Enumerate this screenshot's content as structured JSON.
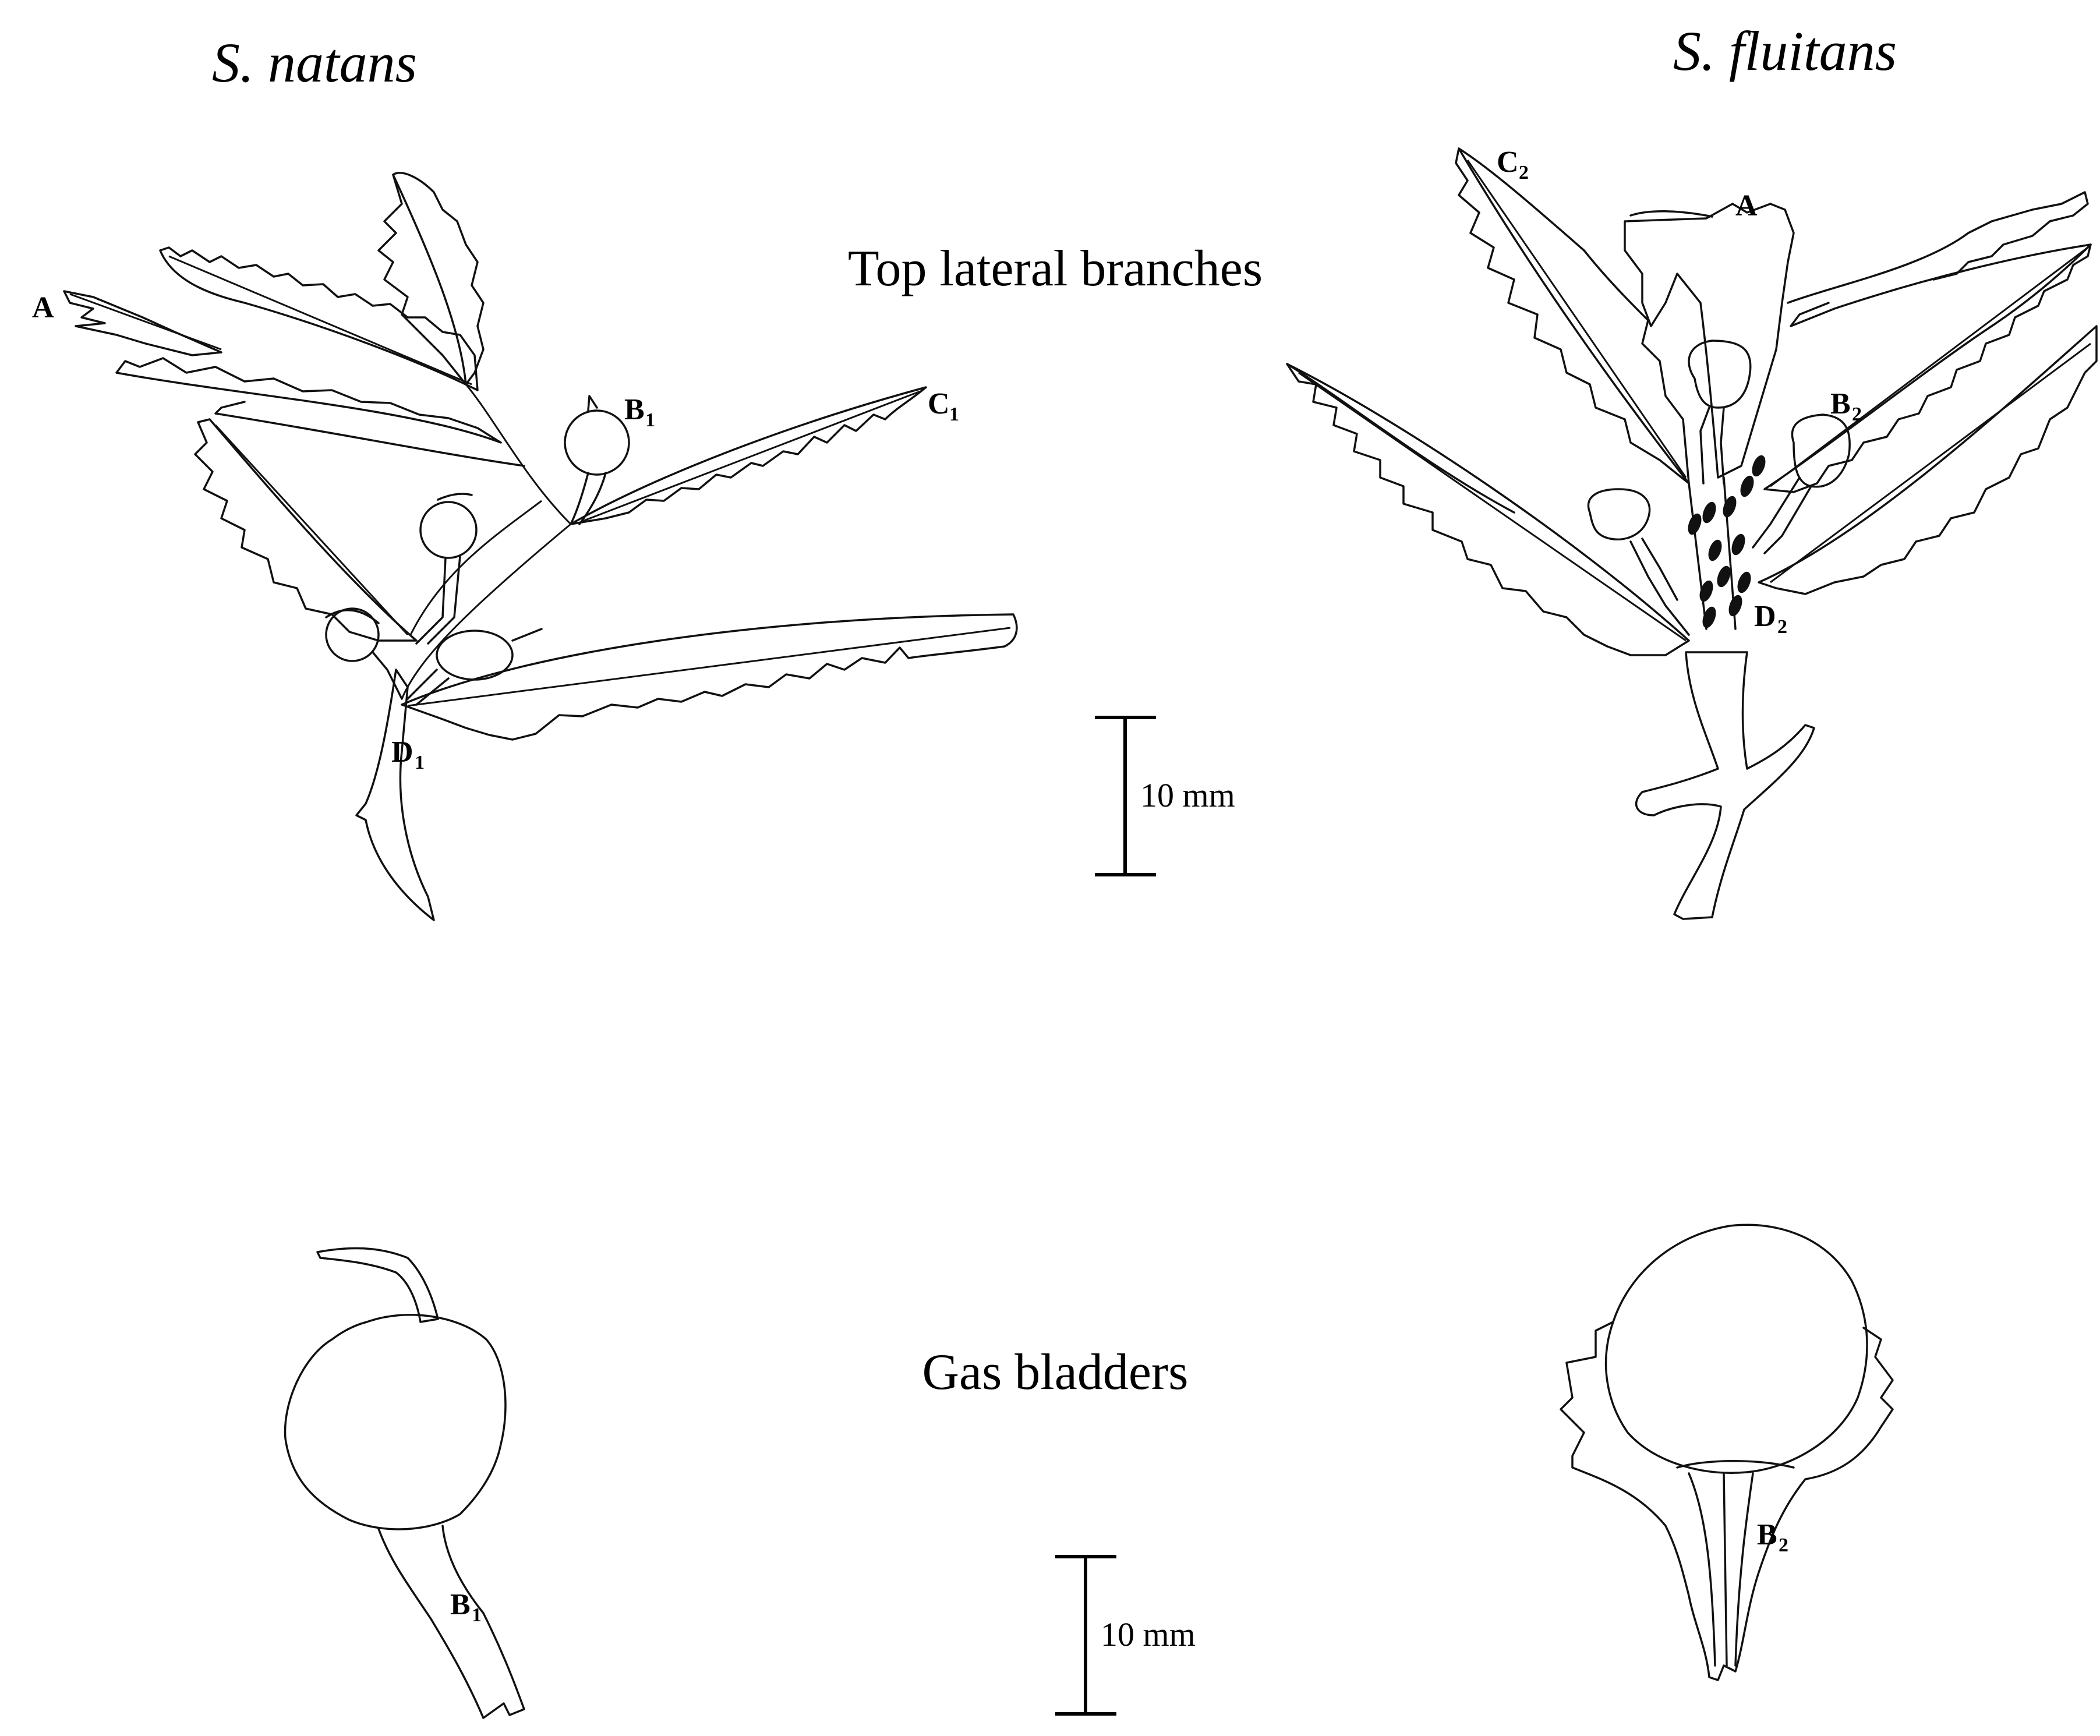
{
  "species": {
    "left": "S. natans",
    "right": "S. fluitans"
  },
  "headings": {
    "branches": "Top lateral branches",
    "bladders": "Gas bladders"
  },
  "scale_bars": {
    "top": "10 mm",
    "bottom": "10 mm"
  },
  "labels": {
    "natans_A": "A",
    "natans_B": "B",
    "natans_B_sub": "1",
    "natans_C": "C",
    "natans_C_sub": "1",
    "natans_D": "D",
    "natans_D_sub": "1",
    "fluitans_A": "A",
    "fluitans_B": "B",
    "fluitans_B_sub": "2",
    "fluitans_C": "C",
    "fluitans_C_sub": "2",
    "fluitans_D": "D",
    "fluitans_D_sub": "2",
    "bladder_natans_B": "B",
    "bladder_natans_B_sub": "1",
    "bladder_fluitans_B": "B",
    "bladder_fluitans_B_sub": "2"
  }
}
